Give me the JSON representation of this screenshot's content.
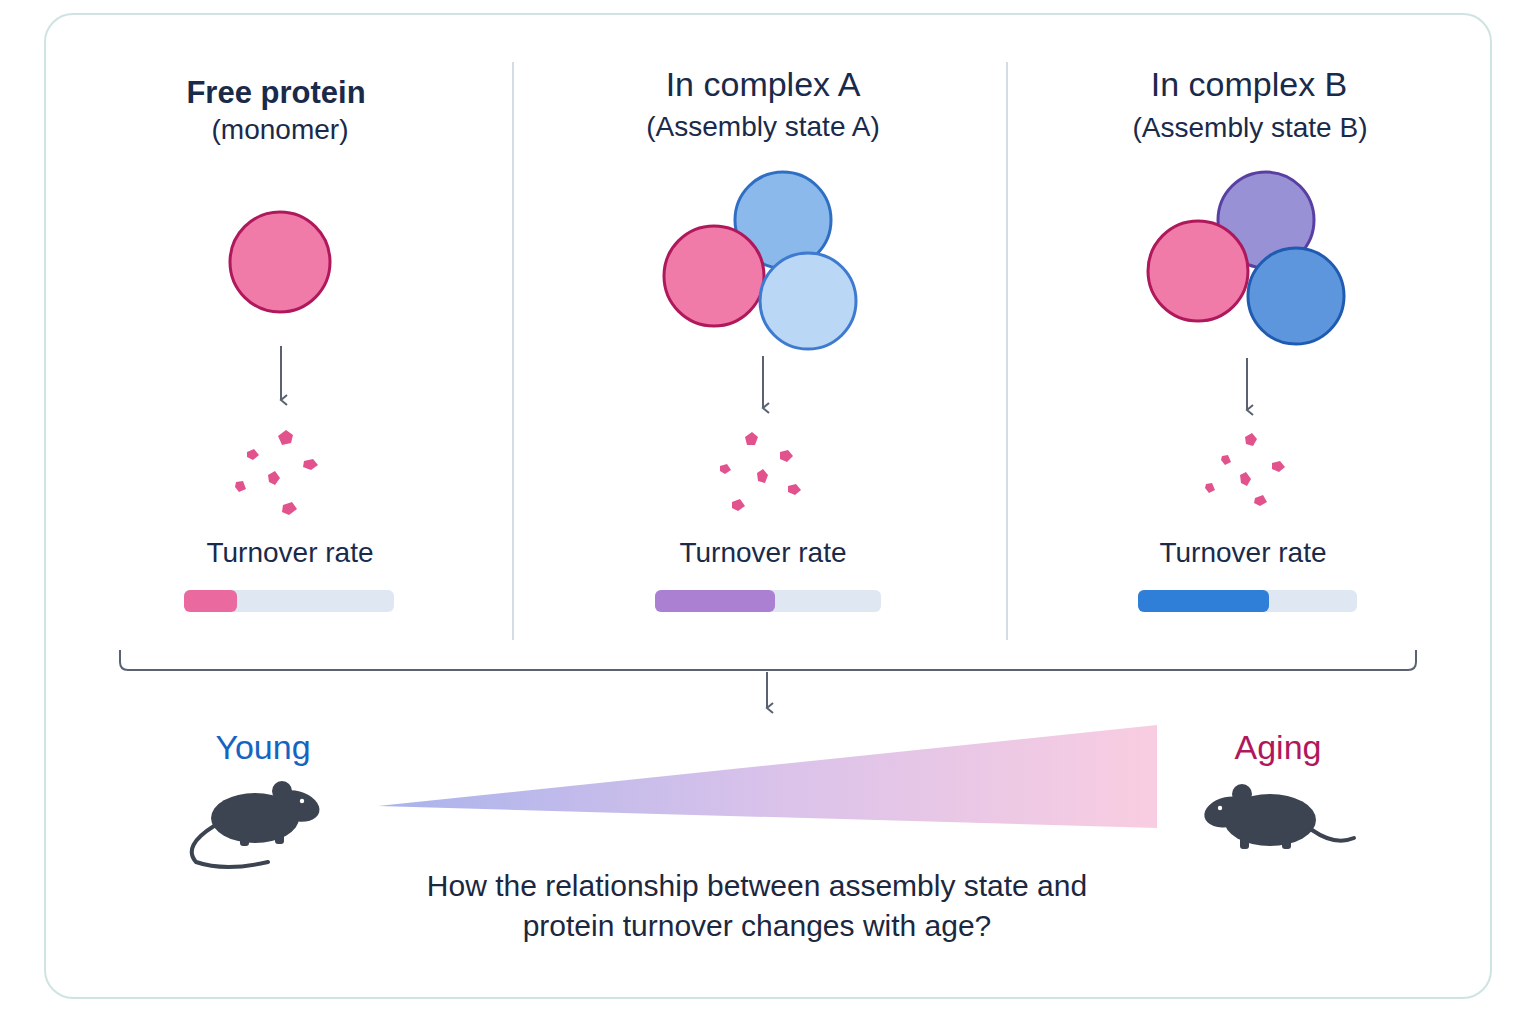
{
  "diagram": {
    "caption": "How the relationship between assembly state and protein turnover changes with age?",
    "labels": [
      "Free protein",
      "(monomer)",
      "In complex A",
      "(Assembly state A)",
      "In complex B",
      "(Assembly state B)",
      "Turnover rate",
      "Turnover rate",
      "Turnover rate",
      "Young",
      "Aging"
    ]
  }
}
